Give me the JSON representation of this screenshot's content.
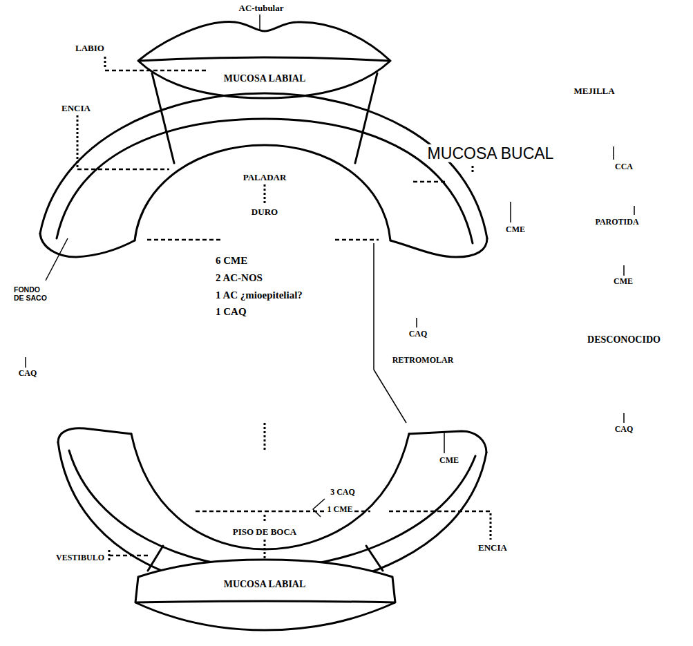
{
  "diagram": {
    "nodes": [
      {
        "text": [
          "MUCOSA LABIAL"
        ]
      },
      {
        "text": [
          "MUCOSA LABIAL"
        ]
      }
    ],
    "labels": [
      "AC-tubular",
      "LABIO",
      "ENCIA",
      "PALADAR",
      "DURO",
      "MEJILLA",
      "MUCOSA BUCAL",
      "CCA",
      "CME",
      "PAROTIDA",
      "CME",
      "FONDO DE SACO",
      "6 CME",
      "2 AC-NOS",
      "1 AC ¿mioepitelial?",
      "1 CAQ",
      "CAQ",
      "RETROMOLAR",
      "DESCONOCIDO",
      "CAQ",
      "CAQ",
      "CME",
      "3 CAQ",
      "1 CME",
      "PISO DE BOCA",
      "ENCIA",
      "VESTIBULO"
    ]
  }
}
